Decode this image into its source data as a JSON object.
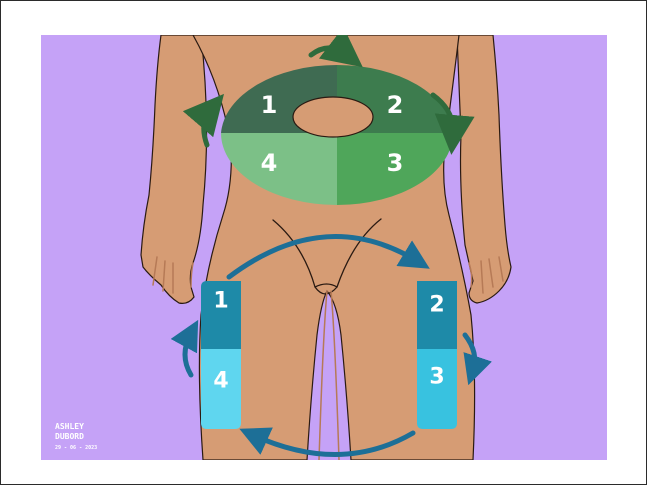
{
  "colors": {
    "background": "#c5a2f7",
    "skin": "#d69c74",
    "skin_shadow": "#b67a56",
    "outline": "#2a1a12",
    "abdomen_zone_1": "#3f6b52",
    "abdomen_zone_2": "#3d7c4e",
    "abdomen_zone_3": "#4fa65a",
    "abdomen_zone_4": "#7cc087",
    "abdomen_arrow": "#2f6b3c",
    "thigh_zone_1": "#1e8aa8",
    "thigh_zone_2": "#1e8aa8",
    "thigh_zone_3": "#38c2e0",
    "thigh_zone_4": "#5fd6ef",
    "thigh_arrow": "#1d6f97"
  },
  "abdomen": {
    "zones": [
      {
        "label": "1"
      },
      {
        "label": "2"
      },
      {
        "label": "3"
      },
      {
        "label": "4"
      }
    ],
    "rotation": "clockwise"
  },
  "thighs": {
    "left": {
      "upper_label": "1",
      "lower_label": "4"
    },
    "right": {
      "upper_label": "2",
      "lower_label": "3"
    },
    "rotation": "clockwise"
  },
  "signature": {
    "line1": "ASHLEY",
    "line2": "DUBORD",
    "date": "29 - 06 - 2023"
  },
  "icons": {
    "rotation_arrows": "curved-arrow-icon"
  }
}
